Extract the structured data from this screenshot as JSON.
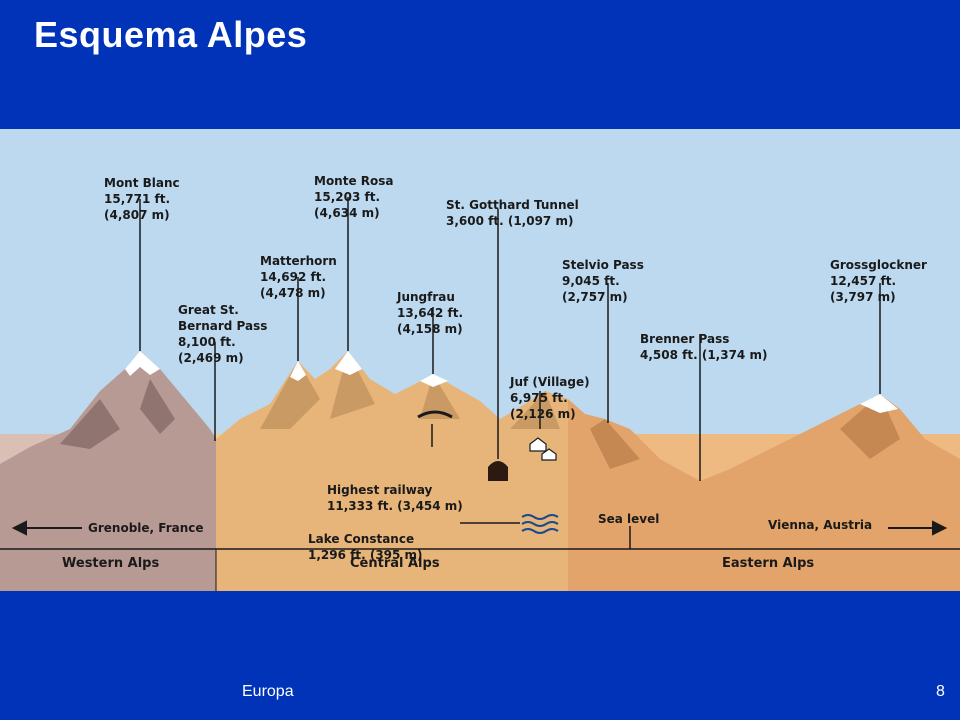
{
  "slide": {
    "title": "Esquema Alpes",
    "footer_left": "Europa",
    "page_number": "8"
  },
  "diagram": {
    "peaks": [
      {
        "id": "mont-blanc",
        "lines": [
          "Mont Blanc",
          "15,771 ft.",
          "(4,807 m)"
        ]
      },
      {
        "id": "great-st-bernard",
        "lines": [
          "Great St.",
          "Bernard Pass",
          "8,100 ft.",
          "(2,469 m)"
        ]
      },
      {
        "id": "matterhorn",
        "lines": [
          "Matterhorn",
          "14,692 ft.",
          "(4,478 m)"
        ]
      },
      {
        "id": "monte-rosa",
        "lines": [
          "Monte Rosa",
          "15,203 ft.",
          "(4,634 m)"
        ]
      },
      {
        "id": "jungfrau",
        "lines": [
          "Jungfrau",
          "13,642 ft.",
          "(4,158 m)"
        ]
      },
      {
        "id": "st-gotthard",
        "lines": [
          "St. Gotthard Tunnel",
          "3,600 ft. (1,097 m)"
        ]
      },
      {
        "id": "juf",
        "lines": [
          "Juf (Village)",
          "6,975 ft.",
          "(2,126 m)"
        ]
      },
      {
        "id": "stelvio",
        "lines": [
          "Stelvio Pass",
          "9,045 ft.",
          "(2,757 m)"
        ]
      },
      {
        "id": "brenner",
        "lines": [
          "Brenner Pass",
          "4,508 ft. (1,374 m)"
        ]
      },
      {
        "id": "grossglockner",
        "lines": [
          "Grossglockner",
          "12,457 ft.",
          "(3,797 m)"
        ]
      },
      {
        "id": "highest-railway",
        "lines": [
          "Highest railway",
          "11,333 ft. (3,454 m)"
        ]
      },
      {
        "id": "lake-constance",
        "lines": [
          "Lake Constance",
          "1,296 ft. (395 m)"
        ]
      }
    ],
    "sea_level": "Sea level",
    "west_arrow": "Grenoble, France",
    "east_arrow": "Vienna, Austria",
    "regions": [
      "Western Alps",
      "Central Alps",
      "Eastern Alps"
    ],
    "colors": {
      "sky": "#bcd9ef",
      "western": "#d9bfb4",
      "central": "#f7cd8a",
      "eastern": "#efb982",
      "slide_bg": "#0033b8"
    }
  }
}
